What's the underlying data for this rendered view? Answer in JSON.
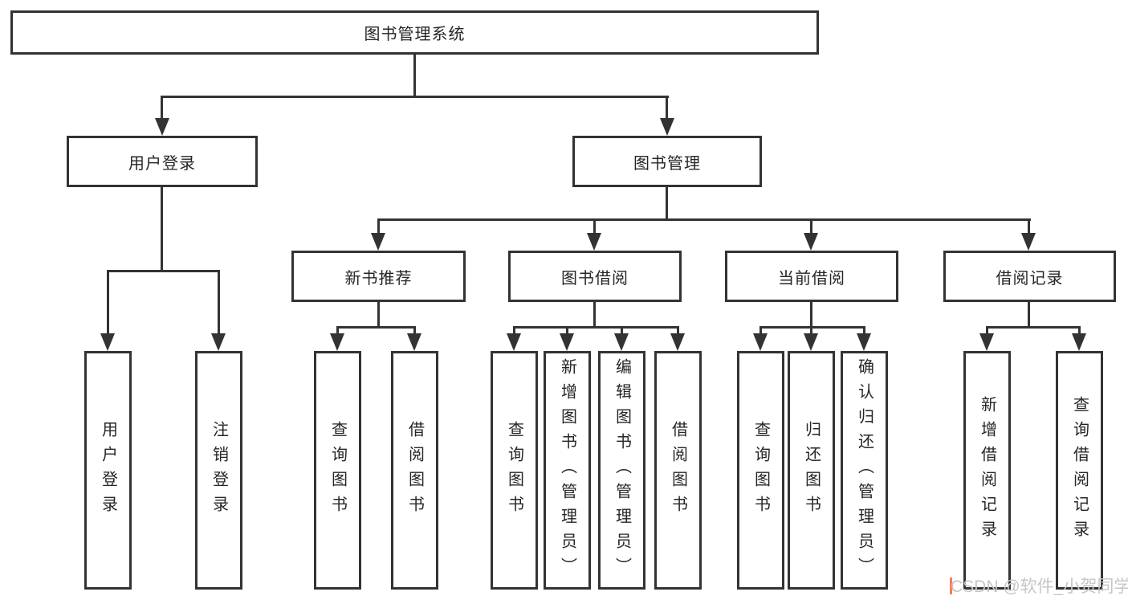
{
  "diagram": {
    "tree": {
      "label": "图书管理系统",
      "children": [
        {
          "label": "用户登录",
          "children": [
            {
              "label": "用户登录"
            },
            {
              "label": "注销登录"
            }
          ]
        },
        {
          "label": "图书管理",
          "children": [
            {
              "label": "新书推荐",
              "children": [
                {
                  "label": "查询图书"
                },
                {
                  "label": "借阅图书"
                }
              ]
            },
            {
              "label": "图书借阅",
              "children": [
                {
                  "label": "查询图书"
                },
                {
                  "label": "新增图书（管理员）"
                },
                {
                  "label": "编辑图书（管理员）"
                },
                {
                  "label": "借阅图书"
                }
              ]
            },
            {
              "label": "当前借阅",
              "children": [
                {
                  "label": "查询图书"
                },
                {
                  "label": "归还图书"
                },
                {
                  "label": "确认归还（管理员）"
                }
              ]
            },
            {
              "label": "借阅记录",
              "children": [
                {
                  "label": "新增借阅记录"
                },
                {
                  "label": "查询借阅记录"
                }
              ]
            }
          ]
        }
      ]
    },
    "line_color": "#333333",
    "box_border_color": "#333333",
    "text_color": "#262626",
    "background_color": "#ffffff"
  },
  "watermark": {
    "text": "CSDN @软件_小贺同学",
    "color": "#c6c6c6",
    "accent_color": "#fc5531"
  }
}
